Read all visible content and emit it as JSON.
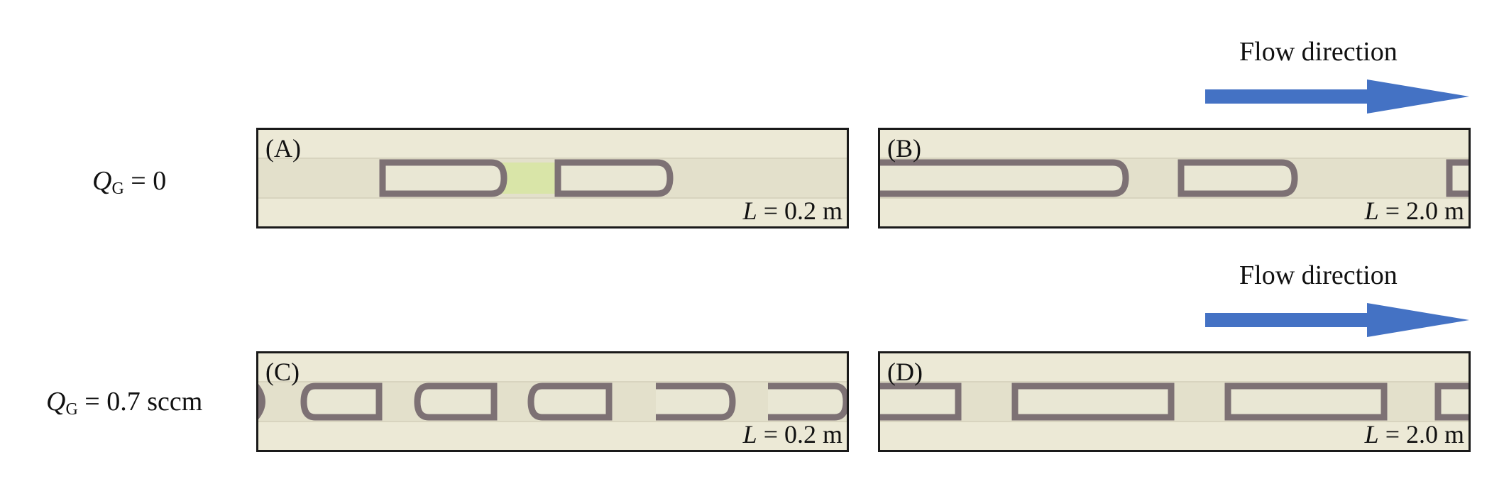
{
  "rows": [
    {
      "label_symbol": "Q",
      "label_subscript": "G",
      "label_value": "= 0",
      "flow_label": "Flow direction",
      "panels": [
        {
          "tag": "(A)",
          "length_symbol": "L",
          "length_value": "= 0.2 m"
        },
        {
          "tag": "(B)",
          "length_symbol": "L",
          "length_value": "= 2.0 m"
        }
      ]
    },
    {
      "label_symbol": "Q",
      "label_subscript": "G",
      "label_value": "= 0.7 sccm",
      "flow_label": "Flow direction",
      "panels": [
        {
          "tag": "(C)",
          "length_symbol": "L",
          "length_value": "= 0.2 m"
        },
        {
          "tag": "(D)",
          "length_symbol": "L",
          "length_value": "= 2.0 m"
        }
      ]
    }
  ],
  "colors": {
    "arrow": "#4472c4",
    "channel_background": "#ece9d6",
    "slug_outline": "#7d7174",
    "slug_fill": "#e9e7d4",
    "panel_border": "#1a1a1a"
  }
}
